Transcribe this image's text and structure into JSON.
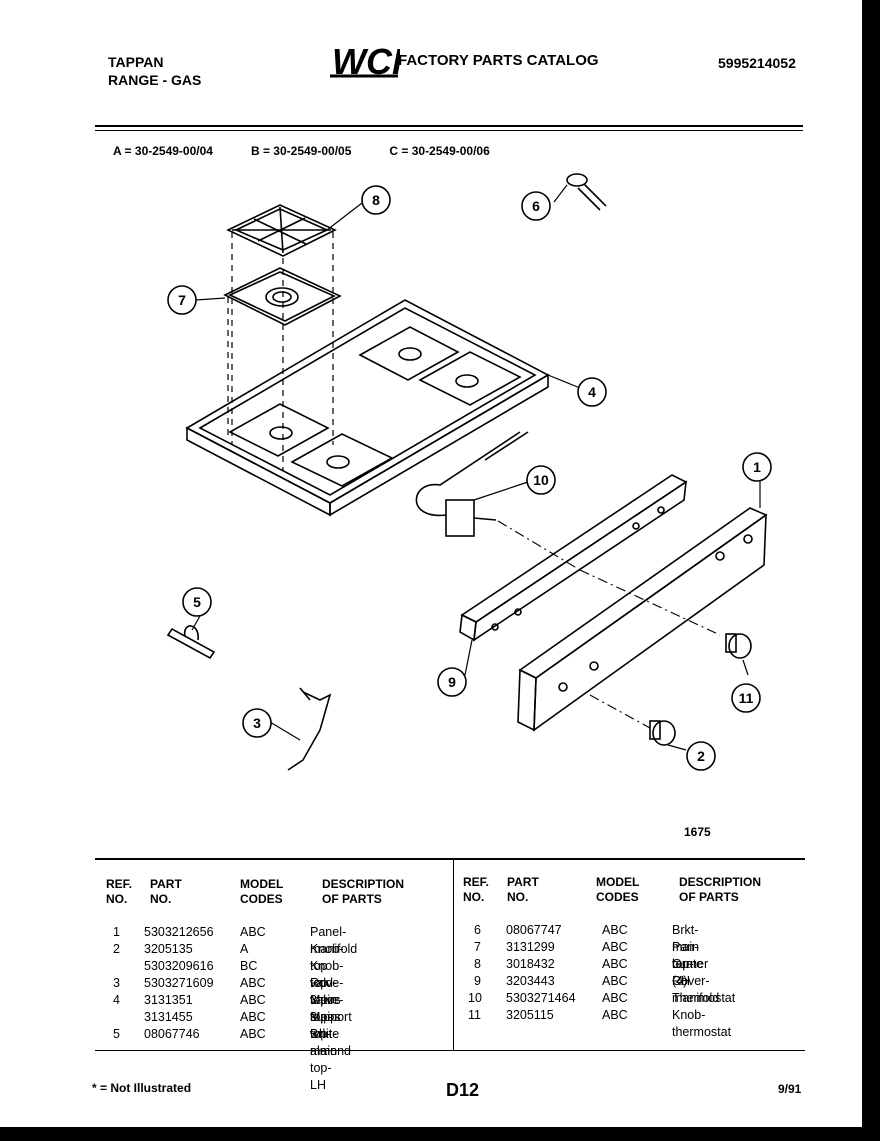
{
  "header": {
    "brand_line1": "TAPPAN",
    "brand_line2": "RANGE - GAS",
    "logo": "WCI",
    "catalog_title": "FACTORY PARTS CATALOG",
    "doc_number": "5995214052"
  },
  "models": [
    {
      "text": "A = 30-2549-00/04"
    },
    {
      "text": "B = 30-2549-00/05"
    },
    {
      "text": "C = 30-2549-00/06"
    }
  ],
  "callouts": [
    "1",
    "2",
    "3",
    "4",
    "5",
    "6",
    "7",
    "8",
    "9",
    "10",
    "11"
  ],
  "figure_code": "1675",
  "table": {
    "headers": {
      "ref_1": "REF.",
      "ref_2": "NO.",
      "part_1": "PART",
      "part_2": "NO.",
      "model_1": "MODEL",
      "model_2": "CODES",
      "desc_1": "DESCRIPTION",
      "desc_2": "OF PARTS"
    },
    "left_rows": [
      {
        "ref": "1",
        "part": "5303212656",
        "codes": "ABC",
        "desc": "Panel-manifold"
      },
      {
        "ref": "2",
        "part": "3205135",
        "codes": "A",
        "desc": "Knob-top valve-3 pos"
      },
      {
        "ref": "",
        "part": "5303209616",
        "codes": "BC",
        "desc": "Knob-top valve-3 pos"
      },
      {
        "ref": "3",
        "part": "5303271609",
        "codes": "ABC",
        "desc": "Rod-top support"
      },
      {
        "ref": "4",
        "part": "3131351",
        "codes": "ABC",
        "desc": "Main top-white"
      },
      {
        "ref": "",
        "part": "3131455",
        "codes": "ABC",
        "desc": "Main top-almond"
      },
      {
        "ref": "5",
        "part": "08067746",
        "codes": "ABC",
        "desc": "Brkt-main top-LH"
      }
    ],
    "right_rows": [
      {
        "ref": "6",
        "part": "08067747",
        "codes": "ABC",
        "desc": "Brkt-main top-RH"
      },
      {
        "ref": "7",
        "part": "3131299",
        "codes": "ABC",
        "desc": "Pan-burner (4)"
      },
      {
        "ref": "8",
        "part": "3018432",
        "codes": "ABC",
        "desc": "Grate"
      },
      {
        "ref": "9",
        "part": "3203443",
        "codes": "ABC",
        "desc": "Cover-manifold"
      },
      {
        "ref": "10",
        "part": "5303271464",
        "codes": "ABC",
        "desc": "Thermostat"
      },
      {
        "ref": "11",
        "part": "3205115",
        "codes": "ABC",
        "desc": "Knob-thermostat"
      }
    ]
  },
  "footer": {
    "note": "* = Not Illustrated",
    "page": "D12",
    "date": "9/91"
  }
}
